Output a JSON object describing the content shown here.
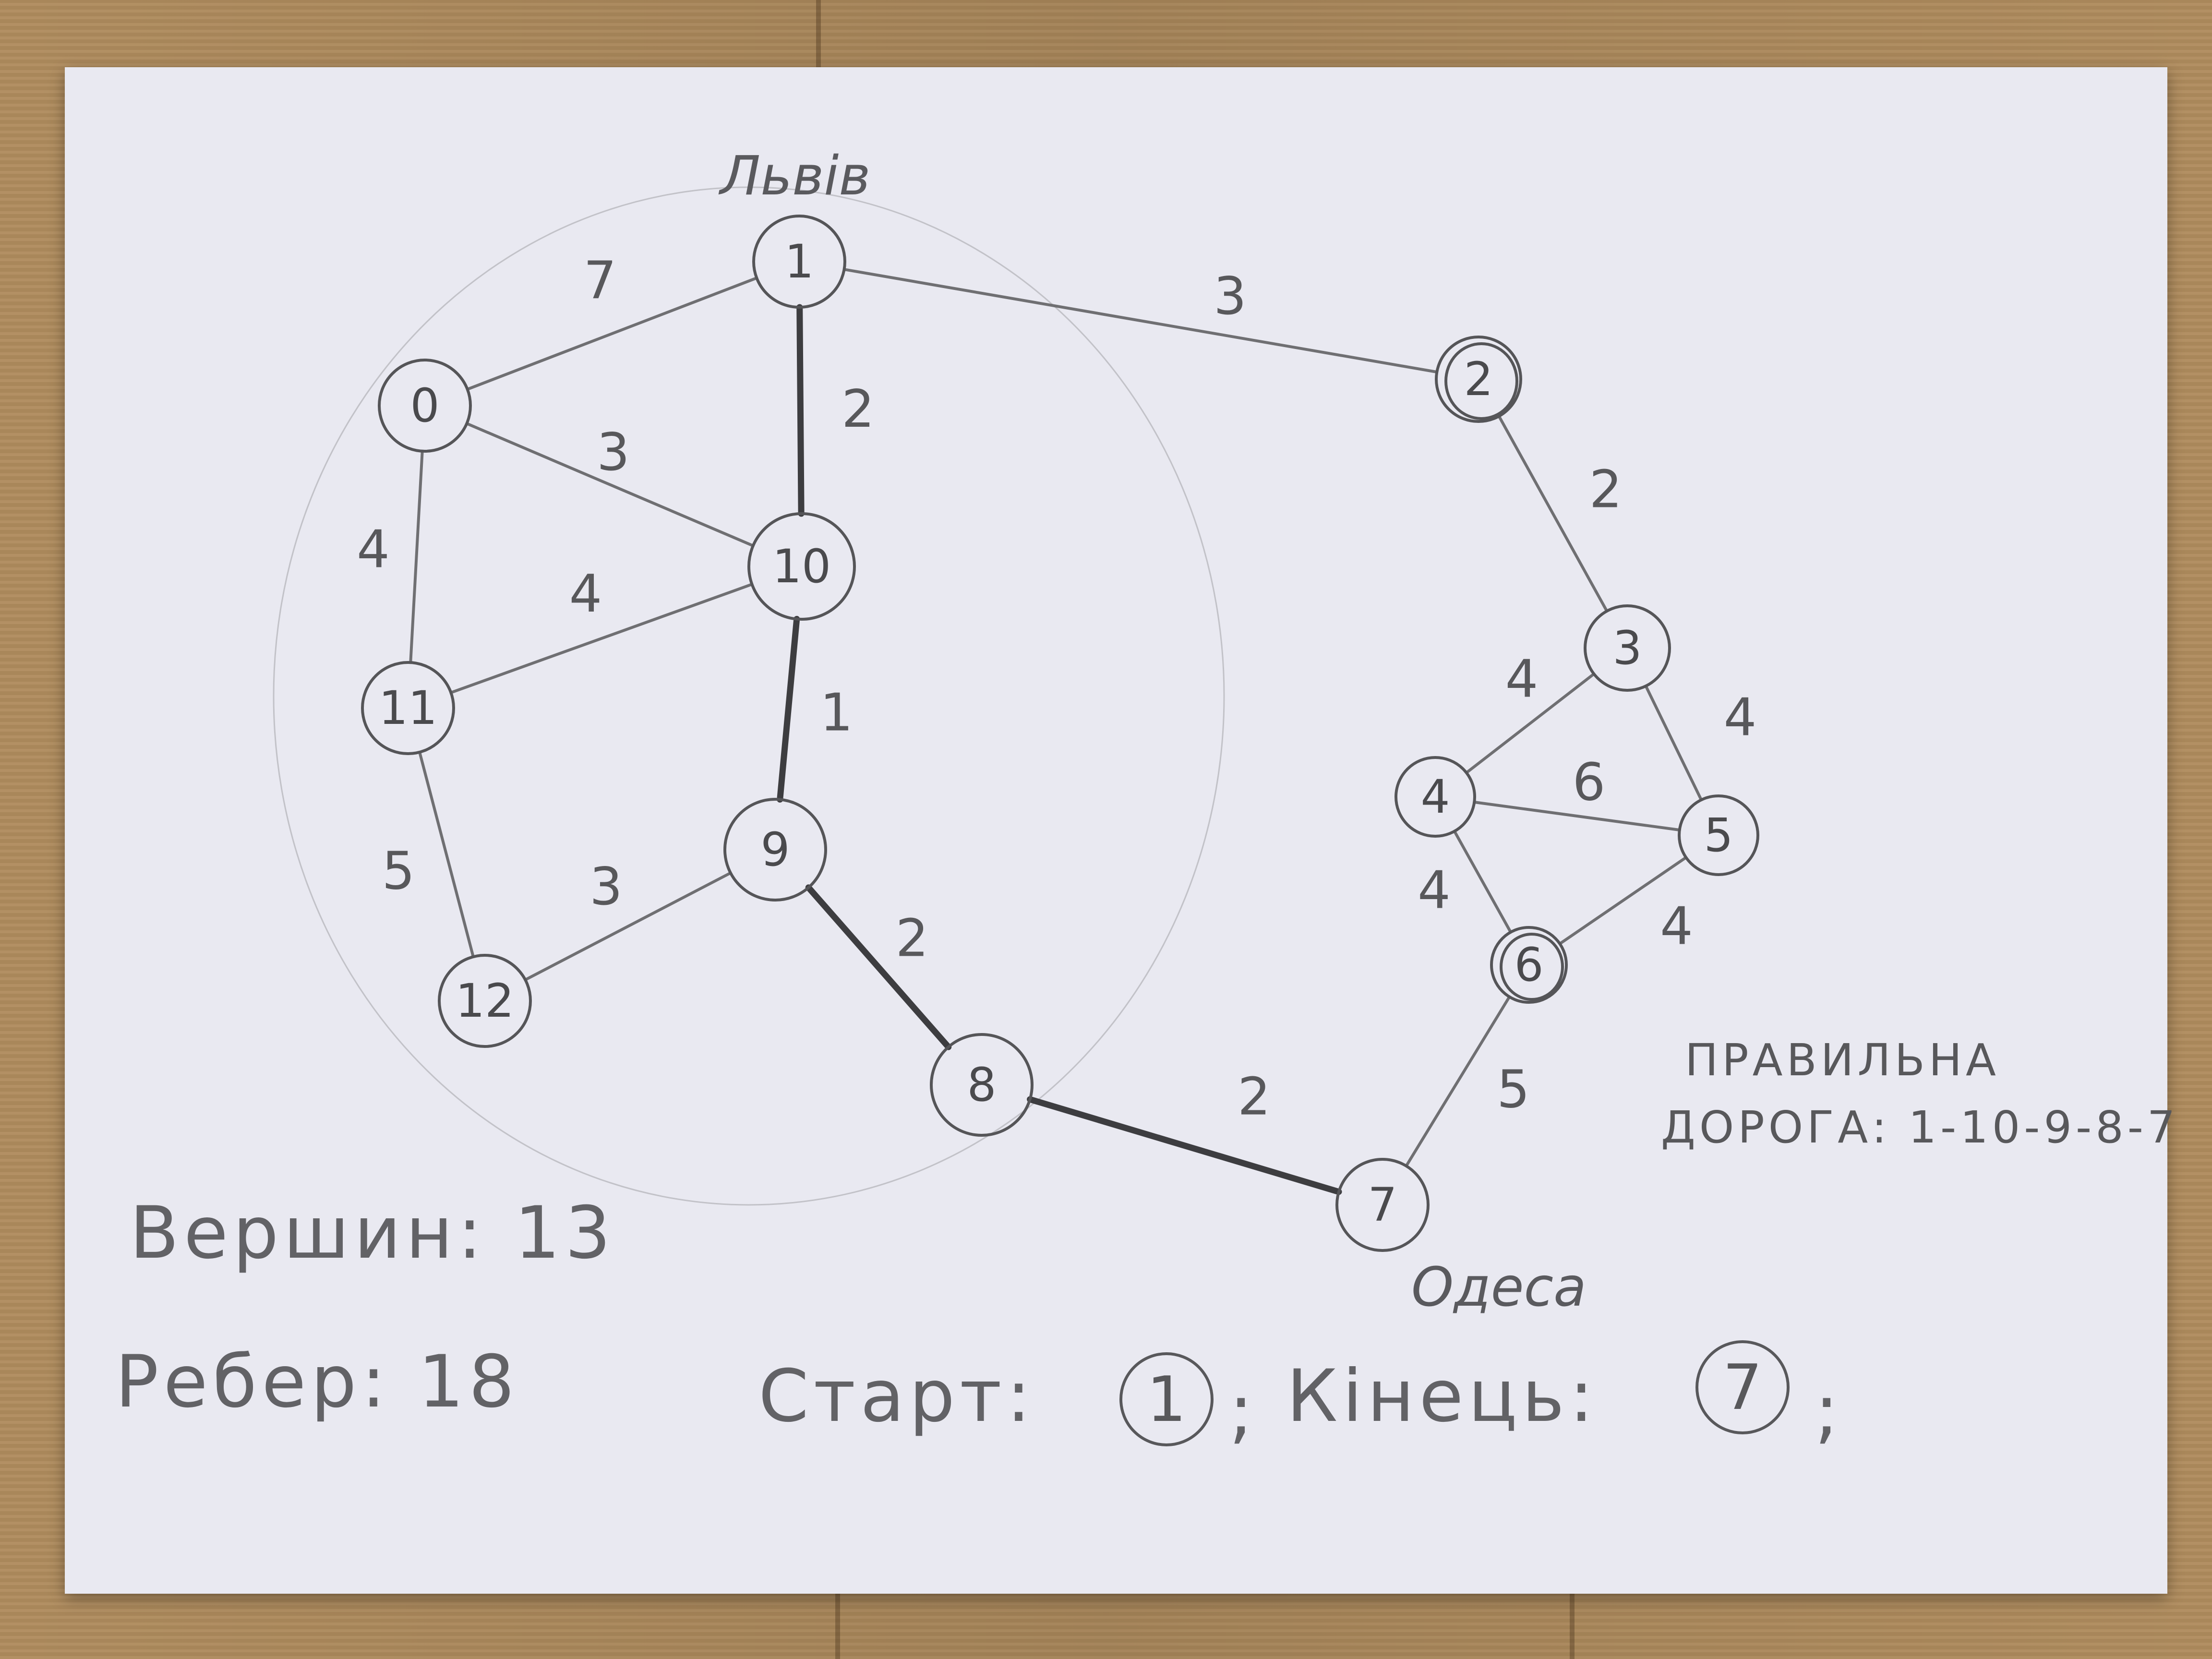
{
  "cities": {
    "start": "Львів",
    "end": "Одеса"
  },
  "graph": {
    "nodes": [
      {
        "id": "0",
        "label": "0"
      },
      {
        "id": "1",
        "label": "1"
      },
      {
        "id": "2",
        "label": "2"
      },
      {
        "id": "3",
        "label": "3"
      },
      {
        "id": "4",
        "label": "4"
      },
      {
        "id": "5",
        "label": "5"
      },
      {
        "id": "6",
        "label": "6"
      },
      {
        "id": "7",
        "label": "7"
      },
      {
        "id": "8",
        "label": "8"
      },
      {
        "id": "9",
        "label": "9"
      },
      {
        "id": "10",
        "label": "10"
      },
      {
        "id": "11",
        "label": "11"
      },
      {
        "id": "12",
        "label": "12"
      }
    ],
    "edges": [
      {
        "from": "0",
        "to": "1",
        "weight": "7"
      },
      {
        "from": "0",
        "to": "10",
        "weight": "3"
      },
      {
        "from": "0",
        "to": "11",
        "weight": "4"
      },
      {
        "from": "1",
        "to": "10",
        "weight": "2",
        "on_path": true
      },
      {
        "from": "1",
        "to": "2",
        "weight": "3"
      },
      {
        "from": "11",
        "to": "10",
        "weight": "4"
      },
      {
        "from": "10",
        "to": "9",
        "weight": "1",
        "on_path": true
      },
      {
        "from": "11",
        "to": "12",
        "weight": "5"
      },
      {
        "from": "9",
        "to": "12",
        "weight": "3"
      },
      {
        "from": "9",
        "to": "8",
        "weight": "2",
        "on_path": true
      },
      {
        "from": "8",
        "to": "7",
        "weight": "2",
        "on_path": true
      },
      {
        "from": "2",
        "to": "3",
        "weight": "2"
      },
      {
        "from": "3",
        "to": "4",
        "weight": "4"
      },
      {
        "from": "3",
        "to": "5",
        "weight": "4"
      },
      {
        "from": "4",
        "to": "5",
        "weight": "6"
      },
      {
        "from": "4",
        "to": "6",
        "weight": "4"
      },
      {
        "from": "5",
        "to": "6",
        "weight": "4"
      },
      {
        "from": "6",
        "to": "7",
        "weight": "5"
      }
    ]
  },
  "note": {
    "line1": "ПРАВИЛЬНА",
    "line2": "ДОРОГА: 1-10-9-8-7"
  },
  "stats": {
    "vertices": "Вершин: 13",
    "edges": "Ребер: 18",
    "start_label": "Старт:",
    "start_value": "1",
    "end_label": "Кінець:",
    "end_value": "7",
    "separator": ";"
  }
}
